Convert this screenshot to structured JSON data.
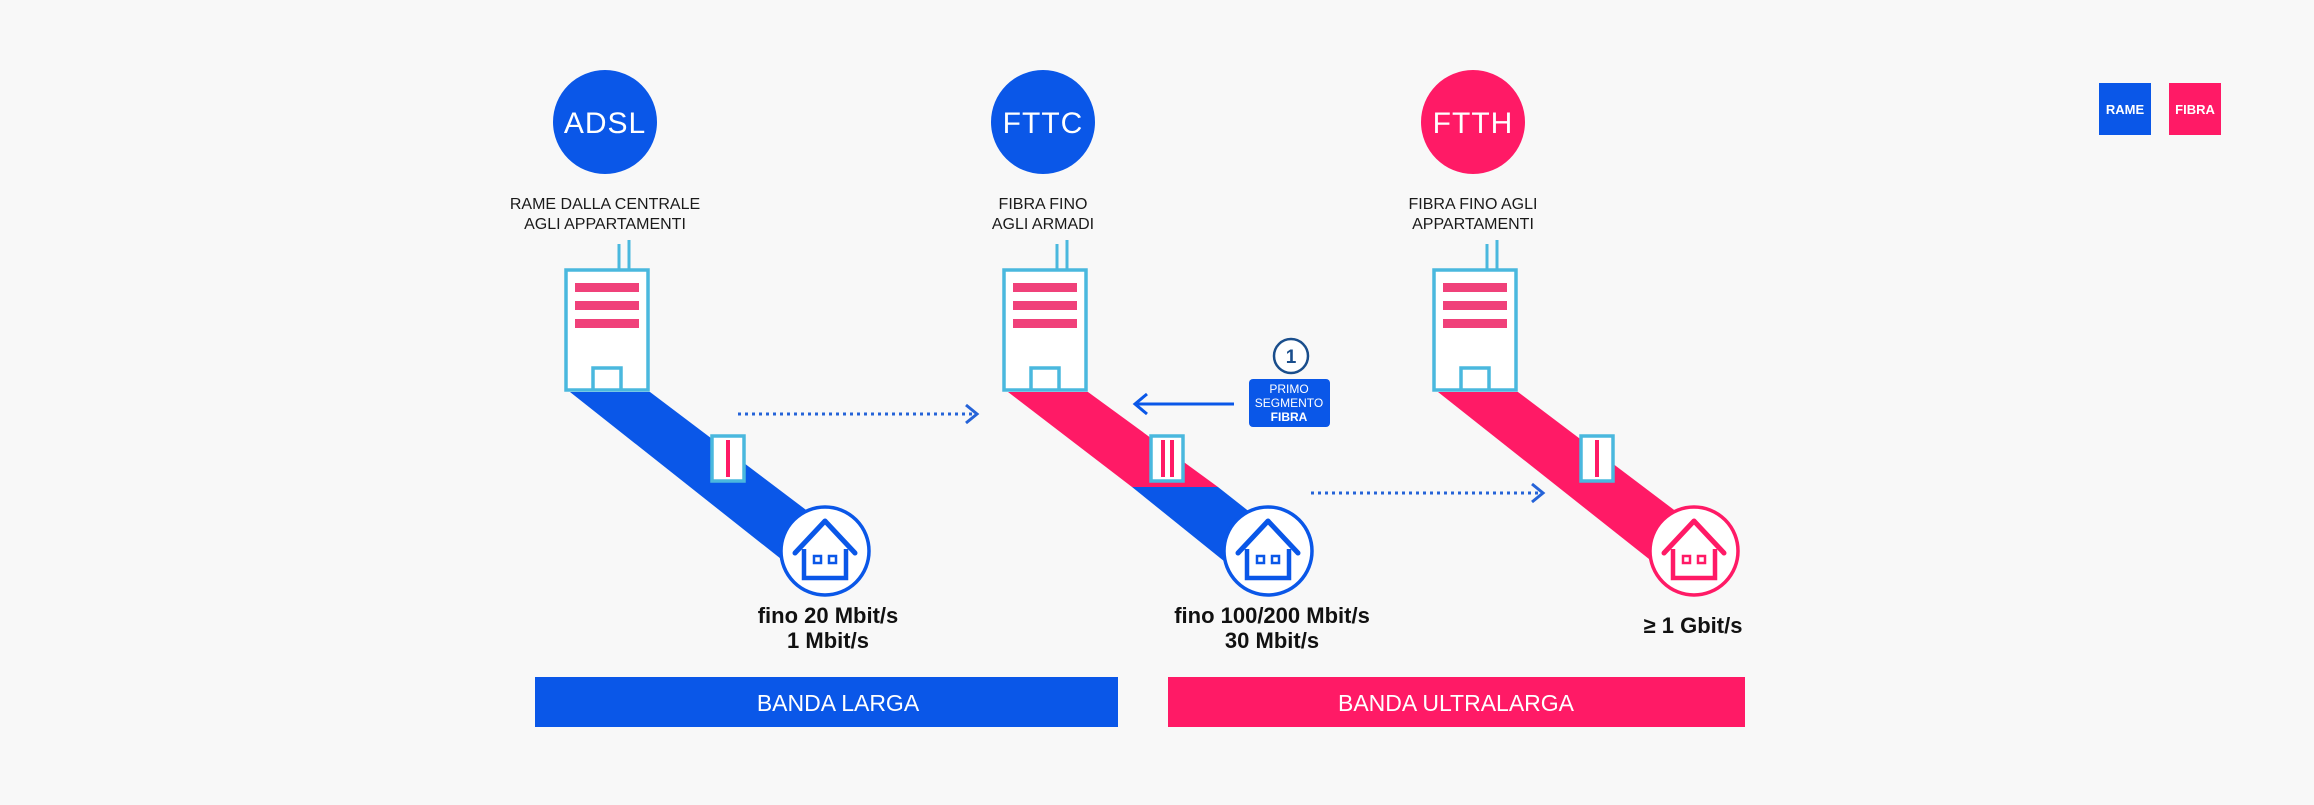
{
  "colors": {
    "blue": "#0a57e8",
    "pink": "#ff1a66",
    "cyan": "#4ab8de",
    "stripe": "#f0417a",
    "dotted": "#2563d8",
    "background": "#f8f8f8"
  },
  "legend": {
    "rame": "RAME",
    "fibra": "FIBRA"
  },
  "technologies": [
    {
      "name": "ADSL",
      "desc_line1": "RAME DALLA CENTRALE",
      "desc_line2": "AGLI APPARTAMENTI",
      "speed_line1": "fino 20 Mbit/s",
      "speed_line2": "1 Mbit/s"
    },
    {
      "name": "FTTC",
      "desc_line1": "FIBRA FINO",
      "desc_line2": "AGLI ARMADI",
      "speed_line1": "fino 100/200 Mbit/s",
      "speed_line2": "30 Mbit/s"
    },
    {
      "name": "FTTH",
      "desc_line1": "FIBRA FINO AGLI",
      "desc_line2": "APPARTAMENTI",
      "speed_line1": "≥ 1 Gbit/s",
      "speed_line2": ""
    }
  ],
  "callout": {
    "number": "1",
    "line1": "PRIMO",
    "line2": "SEGMENTO",
    "line3": "FIBRA"
  },
  "bands": [
    {
      "label": "BANDA LARGA"
    },
    {
      "label": "BANDA ULTRALARGA"
    }
  ],
  "icons": {
    "building": "building-icon",
    "cabinet": "street-cabinet-icon",
    "house": "house-icon",
    "arrow": "arrow-right-icon"
  }
}
